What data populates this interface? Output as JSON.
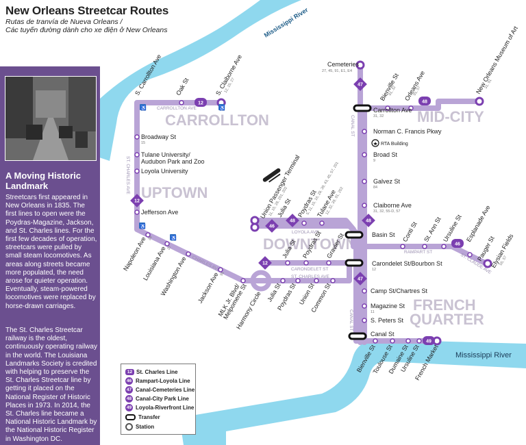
{
  "title": "New Orleans Streetcar Routes",
  "subtitle_es": "Rutas de tranvía de Nueva Orleans /",
  "subtitle_vi": "Các tuyến đường dành cho xe điện ở New Orleans",
  "colors": {
    "line": "#b9a4d6",
    "badge": "#7b3fb0",
    "river": "#8fd8ee",
    "panel": "#6b4f8f",
    "district": "#c9c2d2"
  },
  "panel": {
    "heading": "A Moving Historic Landmark",
    "para1": "Streetcars first appeared in New Orleans in 1835. The first lines to open were the Poydras-Magazine, Jackson, and St. Charles lines. For the first few decades of operation, streetcars were pulled by small steam locomotives. As areas along streets became more populated, the need arose for quieter operation. Eventually, steam-powered locomotives were replaced by horse-drawn carriages.",
    "para2": "The St. Charles Streetcar railway is the oldest, continuously operating railway in the world. The Louisiana Landmarks Society is credited with helping to preserve the St. Charles Streetcar line by getting it placed on the National Register of Historic Places in 1973. In 2014, the St. Charles line became a National Historic Landmark by the National Historic Register in Washington DC."
  },
  "legend": [
    {
      "badge": "12",
      "label": "St. Charles Line"
    },
    {
      "badge": "46",
      "label": "Rampart-Loyola Line"
    },
    {
      "badge": "47",
      "label": "Canal-Cemeteries Line"
    },
    {
      "badge": "48",
      "label": "Canal-City Park Line"
    },
    {
      "badge": "49",
      "label": "Loyola-Riverfront Line"
    },
    {
      "badge": "",
      "label": "Transfer"
    },
    {
      "badge": "",
      "label": "Station"
    }
  ],
  "districts": {
    "carrollton": "CARROLLTON",
    "uptown": "UPTOWN",
    "downtown": "DOWNTOWN",
    "midcity": "MID-CITY",
    "french1": "FRENCH",
    "french2": "QUARTER"
  },
  "rivers": {
    "mississippi_top": "Mississippi River",
    "mississippi_main": "Mississippi River"
  },
  "streets": {
    "carrollton_ave": "CARROLLTON AVE",
    "st_charles_ave": "ST. CHARLES AVE",
    "st_charles_ave2": "ST. CHARLES AVE",
    "loyola_ave": "LOYOLA AVE",
    "carondelet_st": "CARONDELET ST",
    "st_charles_ave3": "ST. CHARLES AVE",
    "canal_st": "CANAL ST",
    "rampart_st": "RAMPART ST",
    "st_claude_ave": "ST. CLAUDE AVE",
    "canal_st2": "CANAL ST"
  },
  "stops": {
    "s_carrollton": "S. Carrollton Ave",
    "oak": "Oak St",
    "s_claiborne": "S. Claiborne Ave",
    "s_claiborne_r": "12, 15, 27",
    "broadway": "Broadway St",
    "broadway_r": "15",
    "tulane1": "Tulane University/",
    "tulane2": "Audubon Park and Zoo",
    "loyola_u": "Loyola University",
    "jefferson": "Jefferson Ave",
    "napoleon": "Napoleon Ave",
    "napoleon_r": "24",
    "louisiana": "Louisiana Ave",
    "louisiana_r": "27",
    "washington": "Washington Ave",
    "jackson": "Jackson Ave",
    "jackson_r": "91",
    "mlk": "MLK Jr. Blvd/",
    "melpomene": "Melpomene St",
    "harmony": "Harmony Circle",
    "julia_low": "Julia St",
    "poydras_low": "Poydras St",
    "union_low": "Union St",
    "common_low": "Common St",
    "upt1": "Union Passenger Terminal",
    "upt_r": "11, 15, 28, 201, 202",
    "julia_up": "Julia St",
    "poydras_up": "Poydras St",
    "poydras_up_r": "5, 11, 15, 16, 28, 39, 43, 45, 57, 201",
    "tulane_up": "Tulane Ave",
    "tulane_up_r": "12, 32, 39, 91, 202",
    "julia_mid": "Julia St",
    "poydras_mid": "Poydras St",
    "gravier": "Gravier St",
    "cemeteries": "Cemeteries",
    "cemeteries_r": "27, 45, 91, E1, E4",
    "bienville_up": "Bienville St",
    "bienville_up_r": "91, 32",
    "orleans": "Orleans Ave",
    "orleans_r": "91, 57",
    "museum": "New Orleans Museum of Art",
    "museum_r": "31, 91",
    "carrollton_stop": "Carrollton Ave",
    "carrollton_stop_r": "31, 32",
    "norman": "Norman C. Francis Pkwy",
    "rta": "RTA Building",
    "broad": "Broad St",
    "broad_r": "9",
    "galvez": "Galvez St",
    "galvez_r": "84",
    "claiborne": "Claiborne Ave",
    "claiborne_r": "31, 32, 55-D, 57",
    "basin": "Basin St",
    "carondelet": "Carondelet St/Bourbon St",
    "carondelet_r": "12",
    "conti": "Conti St",
    "st_ann": "St. Ann St",
    "ursuline_up": "Ursuline St",
    "esplanade": "Esplanade Ave",
    "pauger": "Pauger St",
    "elysian": "Elysian Fields",
    "elysian_r": "55, 57",
    "camp": "Camp St/Chartres St",
    "magazine": "Magazine St",
    "magazine_r": "11",
    "s_peters": "S. Peters St",
    "canal": "Canal St",
    "bienville_low": "Bienville St",
    "toulouse": "Toulouse St",
    "dumaine": "Dumaine St",
    "ursuline_low": "Ursuline St",
    "french_market": "French Market"
  },
  "badges": {
    "b12a": "12",
    "b12b": "12",
    "b12c": "12",
    "b46a": "46",
    "b46b": "46",
    "b47a": "47",
    "b47b": "47",
    "b48a": "48",
    "b48b": "48",
    "b49a": "49"
  }
}
